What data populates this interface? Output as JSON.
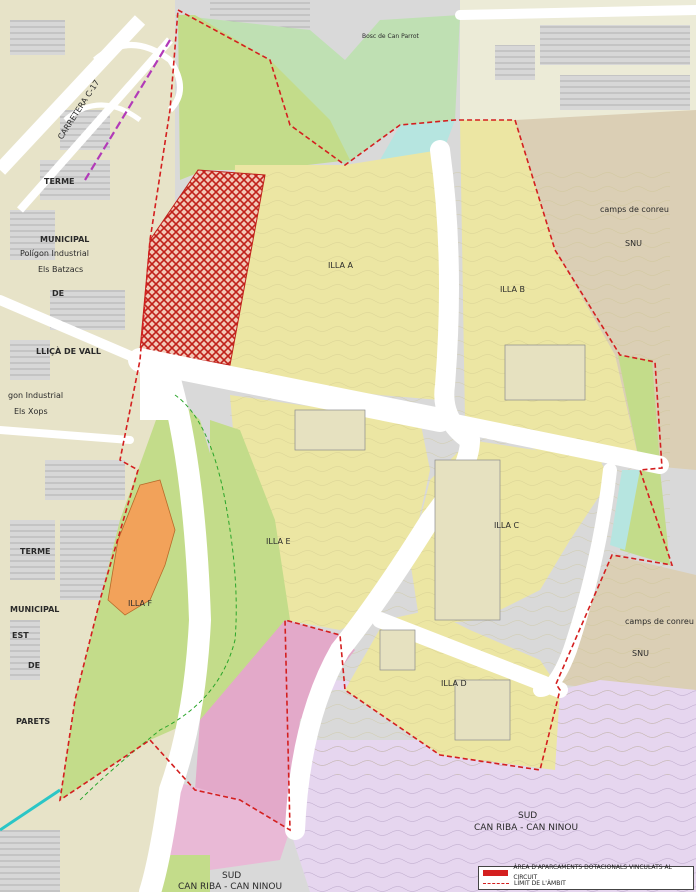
{
  "map": {
    "labels": {
      "illa_a": "ILLA A",
      "illa_b": "ILLA B",
      "illa_c": "ILLA C",
      "illa_d": "ILLA D",
      "illa_e": "ILLA E",
      "illa_f": "ILLA F",
      "snu_top": "SNU",
      "snu_bottom": "SNU",
      "camps_top": "camps de conreu",
      "camps_bottom": "camps de conreu",
      "sud_1": "SUD",
      "can_riba_1": "CAN RIBA - CAN NINOU",
      "sud_2": "SUD",
      "can_riba_2": "CAN RIBA - CAN NINOU",
      "terme_1": "TERME",
      "municipal_1": "MUNICIPAL",
      "poligon_batzacs": "Polígon Industrial",
      "els_batzacs": "Els Batzacs",
      "de_1": "DE",
      "llica": "LLIÇÀ DE VALL",
      "poligon_xops": "gon Industrial",
      "els_xops": "Els Xops",
      "terme_2": "TERME",
      "municipal_2": "MUNICIPAL",
      "est": "EST",
      "de_2": "DE",
      "parets": "PARETS",
      "carretera": "CARRETERA C-17",
      "bosc": "Bosc de Can Parrot"
    },
    "colors": {
      "yellow_zone": "#ece6a3",
      "green_zone": "#c3dc8a",
      "pink_zone": "#e3a9c9",
      "lilac_zone": "#e4d2ee",
      "orange_zone": "#f2a25a",
      "cyan_zone": "#b6e5e0",
      "grey_urban": "#d9d9d9",
      "red_boundary": "#d41f1f",
      "road": "#ffffff"
    }
  },
  "legend": {
    "item_1": "ÀREA D'APARCAMENTS DOTACIONALS VINCULATS AL CIRCUIT",
    "item_2": "LÍMIT DE L'ÀMBIT"
  }
}
